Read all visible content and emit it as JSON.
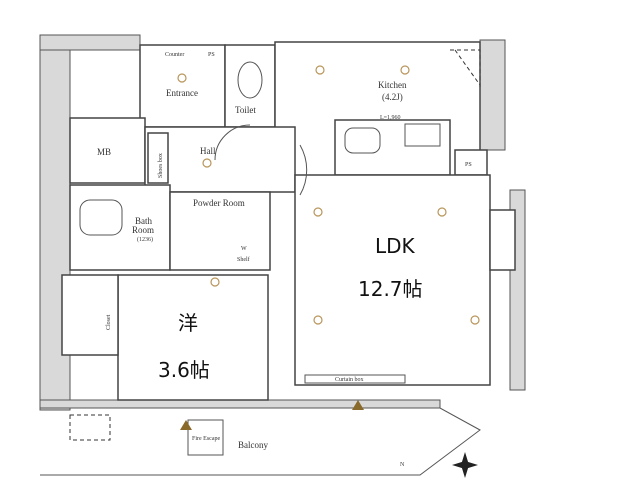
{
  "rooms": {
    "counter": "Counter",
    "ps_top": "PS",
    "entrance": "Entrance",
    "toilet": "Toilet",
    "kitchen": "Kitchen",
    "kitchen_size": "(4.2J)",
    "counter_length": "L=1,960",
    "ps_right": "PS",
    "mb": "MB",
    "hall": "Hall",
    "shoes_box": "Shoes box",
    "bath": "Bath",
    "bath_room": "Room",
    "bath_size": "(1236)",
    "powder_room": "Powder Room",
    "washer": "W",
    "shelf": "Shelf",
    "ldk": "LDK",
    "ldk_size": "12.7帖",
    "western_room": "洋",
    "western_size": "3.6帖",
    "closet": "Closet",
    "curtain_box": "Curtain box",
    "fire_escape": "Fire Escape",
    "balcony": "Balcony",
    "compass": "N"
  },
  "colors": {
    "wall": "#d9d9d9",
    "fixture": "#b8955a",
    "line": "#444444"
  }
}
